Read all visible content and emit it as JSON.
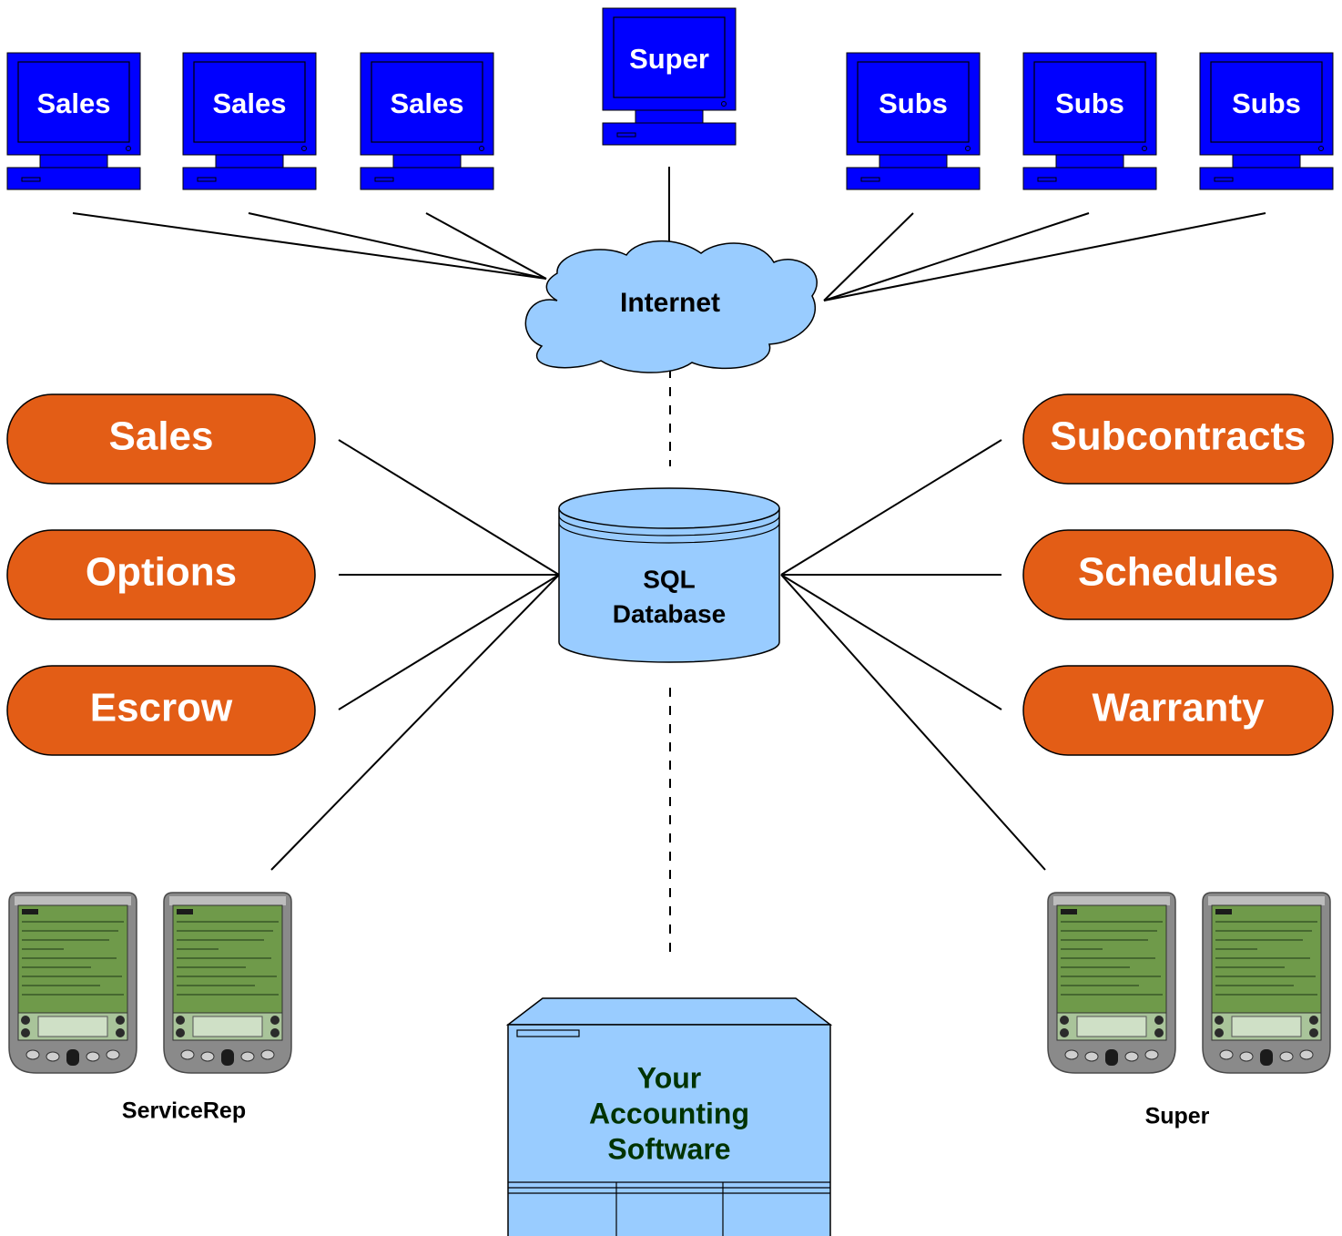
{
  "colors": {
    "monitor": "#0000ff",
    "pill": "#e35d16",
    "cloud": "#99ccff",
    "database": "#99ccff",
    "server": "#99ccff",
    "server_text": "#003300",
    "line": "#000000",
    "pda_body": "#8a8a8a",
    "pda_screen": "#6f9a4a"
  },
  "top_computers": [
    {
      "label": "Sales",
      "icon": "monitor-icon"
    },
    {
      "label": "Sales",
      "icon": "monitor-icon"
    },
    {
      "label": "Sales",
      "icon": "monitor-icon"
    },
    {
      "label": "Super",
      "icon": "monitor-icon"
    },
    {
      "label": "Subs",
      "icon": "monitor-icon"
    },
    {
      "label": "Subs",
      "icon": "monitor-icon"
    },
    {
      "label": "Subs",
      "icon": "monitor-icon"
    }
  ],
  "internet": {
    "label": "Internet",
    "icon": "cloud-icon"
  },
  "database": {
    "line1": "SQL",
    "line2": "Database",
    "icon": "database-cylinder-icon"
  },
  "modules_left": [
    "Sales",
    "Options",
    "Escrow"
  ],
  "modules_right": [
    "Subcontracts",
    "Schedules",
    "Warranty"
  ],
  "handhelds": {
    "left_label": "ServiceRep",
    "right_label": "Super",
    "icon": "pda-icon"
  },
  "server": {
    "line1": "Your",
    "line2": "Accounting",
    "line3": "Software",
    "icon": "server-icon"
  }
}
